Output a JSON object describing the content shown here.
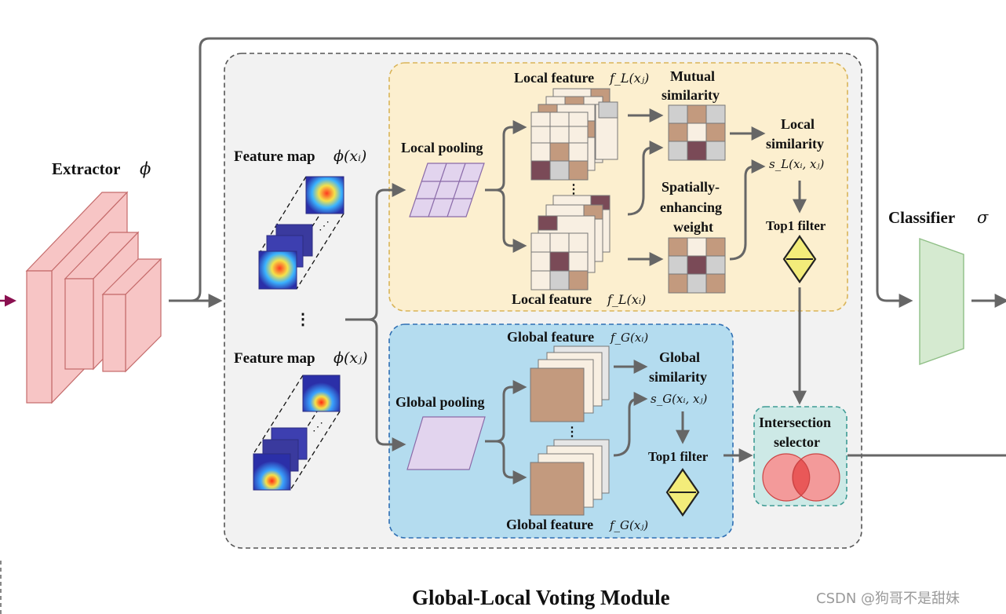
{
  "colors": {
    "extractor_fill": "#f7c5c5",
    "extractor_stroke": "#c46a6a",
    "local_box_fill": "#fcefcf",
    "local_box_stroke": "#d9b458",
    "global_box_fill": "#b4dcef",
    "global_box_stroke": "#2f6fb3",
    "module_fill": "#f2f2f2",
    "module_stroke": "#555555",
    "classifier_fill": "#d5ead0",
    "classifier_stroke": "#8fbf86",
    "selector_fill": "#cde9e6",
    "selector_stroke": "#3e9b94",
    "pooling_fill": "#e2d4ee",
    "pooling_stroke": "#8a6aa8",
    "filter_fill": "#f3ec7a",
    "cell_brown": "#c39a7e",
    "cell_dark": "#7a4a57",
    "cell_gray": "#cfcfcf",
    "cell_light": "#f8efe2",
    "arrow": "#666666",
    "venn": "#f39a9a",
    "venn_overlap": "#e95858"
  },
  "labels": {
    "extractor": "Extractor",
    "extractor_symbol": "ϕ",
    "classifier": "Classifier",
    "classifier_symbol": "σ",
    "feature_map_i": "Feature map",
    "feature_map_i_math": "ϕ(xᵢ)",
    "feature_map_j": "Feature map",
    "feature_map_j_math": "ϕ(xⱼ)",
    "local_pooling": "Local pooling",
    "global_pooling": "Global pooling",
    "local_feature_j": "Local feature",
    "local_feature_j_math": "f_L(xⱼ)",
    "local_feature_i": "Local feature",
    "local_feature_i_math": "f_L(xᵢ)",
    "mutual_similarity_1": "Mutual",
    "mutual_similarity_2": "similarity",
    "spatial_1": "Spatially-",
    "spatial_2": "enhancing",
    "spatial_3": "weight",
    "local_similarity_1": "Local",
    "local_similarity_2": "similarity",
    "local_similarity_math": "s_L(xᵢ, xⱼ)",
    "top1_filter_local": "Top1 filter",
    "global_feature_i": "Global feature",
    "global_feature_i_math": "f_G(xᵢ)",
    "global_feature_j": "Global feature",
    "global_feature_j_math": "f_G(xⱼ)",
    "global_similarity_1": "Global",
    "global_similarity_2": "similarity",
    "global_similarity_math": "s_G(xᵢ, xⱼ)",
    "top1_filter_global": "Top1 filter",
    "intersection_1": "Intersection",
    "intersection_2": "selector",
    "ellipsis_vertical": "⋮",
    "module_title": "Global-Local Voting Module",
    "watermark": "CSDN @狗哥不是甜妹"
  }
}
